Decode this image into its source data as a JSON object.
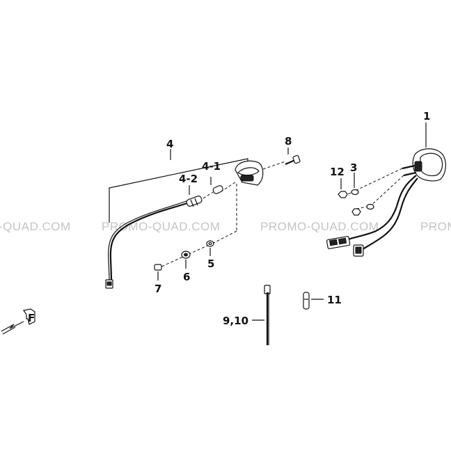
{
  "watermark": {
    "text_left": "-QUAD.COM",
    "text_1": "PROMO-QUAD.COM",
    "text_2": "PROMO-QUAD.COM",
    "text_right": "PROM"
  },
  "callouts": {
    "c1": "1",
    "c3": "3",
    "c4": "4",
    "c4_1": "4-1",
    "c4_2": "4-2",
    "c5": "5",
    "c6": "6",
    "c7": "7",
    "c8": "8",
    "c9_10": "9,10",
    "c11": "11",
    "c12": "12"
  },
  "front_marker": {
    "letter": "F",
    "icon": "front-arrow-icon"
  }
}
